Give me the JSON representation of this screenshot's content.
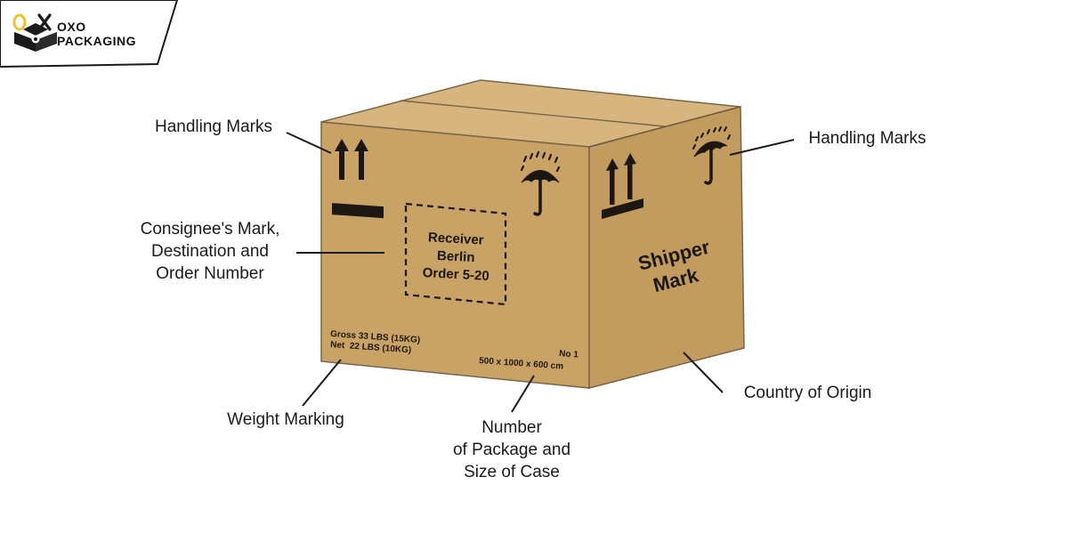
{
  "brand": {
    "logo_name": "OXO",
    "line1": "OXO",
    "line2": "PACKAGING",
    "logo_accent": "#f2c230"
  },
  "colors": {
    "box_front": "#c9a266",
    "box_side": "#c29b5f",
    "box_top": "#d7b57e",
    "box_edge": "#7a6548",
    "print": "#1c1710"
  },
  "box_print": {
    "consignee_line1": "Receiver",
    "consignee_line2": "Berlin",
    "consignee_line3": "Order 5-20",
    "shipper_line1": "Shipper",
    "shipper_line2": "Mark",
    "gross": "Gross 33 LBS (15KG)",
    "net": "Net  22 LBS (10KG)",
    "package_no": "No 1",
    "size": "500 x 1000 x 600 cm"
  },
  "icons": {
    "this_way_up": "this-way-up-icon",
    "keep_dry": "keep-dry-umbrella-icon"
  },
  "callouts": {
    "handling_left": "Handling Marks",
    "handling_right": "Handling Marks",
    "consignee": [
      "Consignee's Mark,",
      "Destination and",
      "Order Number"
    ],
    "weight": "Weight Marking",
    "package": [
      "Number",
      "of Package and",
      "Size of Case"
    ],
    "origin": "Country of Origin"
  }
}
